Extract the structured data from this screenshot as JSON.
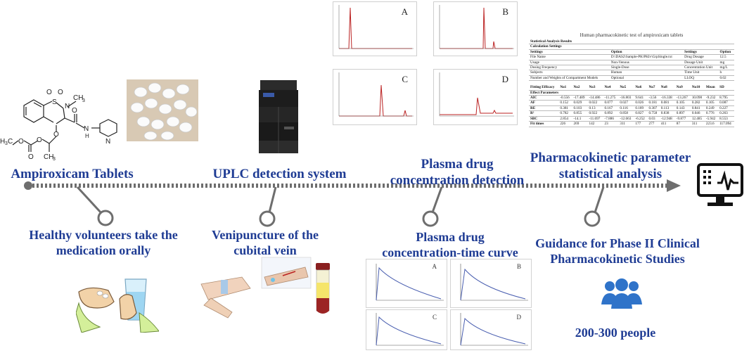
{
  "stages_top": {
    "tablets": "Ampiroxicam Tablets",
    "uplc": "UPLC detection system",
    "detection": [
      "Plasma drug",
      "concentration detection"
    ],
    "analysis": [
      "Pharmacokinetic parameter",
      "statistical analysis"
    ]
  },
  "stages_bottom": {
    "volunteers": [
      "Healthy volunteers take the",
      "medication orally"
    ],
    "venipuncture": [
      "Venipuncture of the",
      "cubital vein"
    ],
    "curve": [
      "Plasma drug",
      "concentration-time curve"
    ],
    "guidance": [
      "Guidance for Phase II Clinical",
      "Pharmacokinetic Studies"
    ],
    "people": "200-300 people"
  },
  "chromatogram_panels": [
    "A",
    "B",
    "C",
    "D"
  ],
  "curve_panels": [
    "A",
    "B",
    "C",
    "D"
  ],
  "molecule": {
    "atoms": [
      "S",
      "O",
      "O",
      "N",
      "CH",
      "3",
      "O",
      "N",
      "H",
      "N",
      "O",
      "O",
      "O",
      "CH",
      "3",
      "H",
      "3",
      "C",
      "O"
    ]
  },
  "pk_report": {
    "title": "Human pharmacokinetic test of ampiroxicam tablets",
    "settings_rows": [
      [
        "Statistical Analysis Results",
        "",
        "",
        ""
      ],
      [
        "Calculation Settings",
        "",
        "",
        ""
      ],
      [
        "Settings",
        "Option",
        "Settings",
        "Option"
      ],
      [
        "File Name",
        "D:\\DAS2\\Sample-PK\\PKIv\\GrpSingle.txt",
        "Drug Dosage",
        "12.5"
      ],
      [
        "Usage",
        "Non-Venous",
        "Dosage Unit",
        "mg"
      ],
      [
        "Dosing Frequency",
        "Single-Dose",
        "Concentration Unit",
        "mg/L"
      ],
      [
        "Subjects",
        "Human",
        "Time Unit",
        "h"
      ],
      [
        "Number and Weights of Compartment Models",
        "Optional",
        "LLOQ",
        "0.02"
      ]
    ],
    "fit_header": [
      "Fitting Efficacy",
      "No1",
      "No2",
      "No3",
      "No4",
      "No5",
      "No6",
      "No7",
      "No8",
      "No9",
      "No10",
      "Mean",
      "SD"
    ],
    "fit_subheader": "Effect Parameters",
    "fit_rows": [
      [
        "AIC",
        "-0.556",
        "-17.489",
        "-14.486",
        "-11.275",
        "-16.803",
        "9.641",
        "-3.56",
        "-16.338",
        "-13.267",
        "10.098",
        "-9.232",
        "8.795"
      ],
      [
        "AF",
        "0.152",
        "0.029",
        "0.022",
        "0.077",
        "0.027",
        "0.026",
        "0.181",
        "0.081",
        "0.105",
        "0.282",
        "0.105",
        "0.087"
      ],
      [
        "RE",
        "0.381",
        "0.103",
        "0.13",
        "0.167",
        "0.116",
        "0.189",
        "0.307",
        "0.113",
        "0.143",
        "0.841",
        "0.249",
        "0.227"
      ],
      [
        "R²",
        "0.782",
        "0.855",
        "0.922",
        "0.892",
        "0.858",
        "0.827",
        "0.758",
        "0.838",
        "0.897",
        "0.046",
        "0.776",
        "0.263"
      ],
      [
        "SBC",
        "2.854",
        "-14.1",
        "-11.697",
        "-7.886",
        "-12.663",
        "-6.252",
        "0.03",
        "-12.948",
        "-9.877",
        "12.485",
        "-5.942",
        "8.553"
      ],
      [
        "Fit times",
        "226",
        "269",
        "142",
        "23",
        "311",
        "177",
        "277",
        "411",
        "87",
        "311",
        "223.6",
        "117.094"
      ]
    ]
  },
  "colors": {
    "label": "#1f3c94",
    "timeline": "#6e6e6e",
    "node": "#6e6e6e",
    "people_icon": "#2f73c9"
  },
  "icons": [
    "uplc-instrument-icon",
    "tablets-photo",
    "drinking-water-icon",
    "venipuncture-photo",
    "blood-tube-icon",
    "monitor-ecg-icon",
    "people-group-icon"
  ]
}
